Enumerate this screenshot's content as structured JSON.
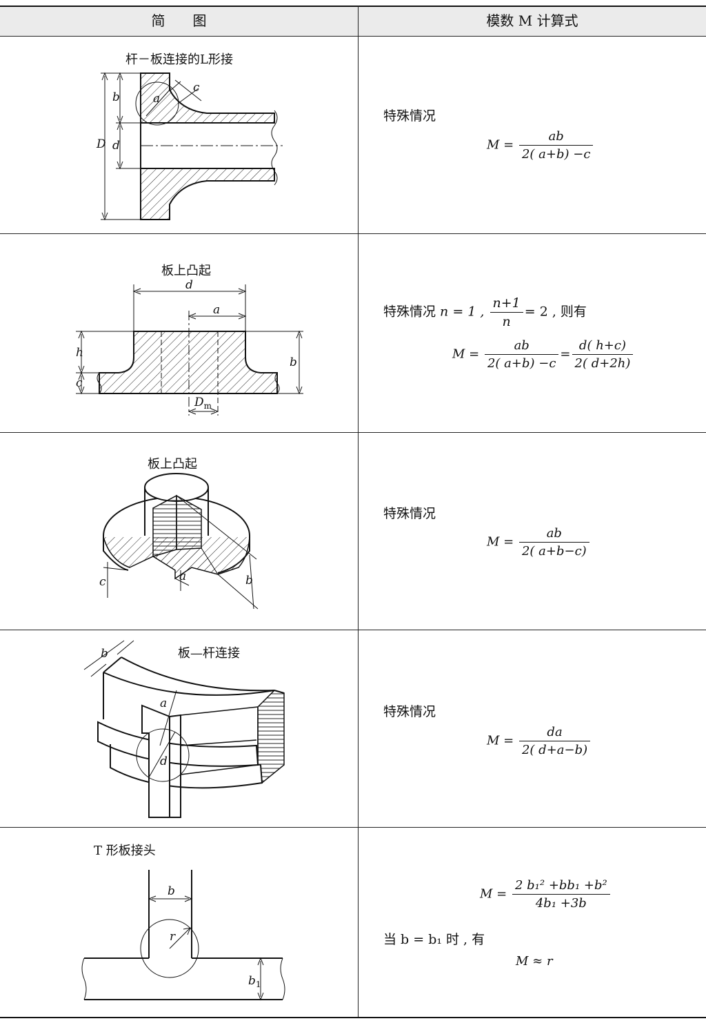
{
  "header": {
    "col1": "简　　图",
    "col2": "模数 M 计算式"
  },
  "rows": [
    {
      "title": "杆－板连接的L形接",
      "case": "特殊情况",
      "formula": {
        "lhs": "M =",
        "num": "ab",
        "den": "2( a+b) −c"
      },
      "labels": {
        "D": "D",
        "b": "b",
        "d": "d",
        "a": "a",
        "c": "c"
      }
    },
    {
      "title": "板上凸起",
      "case": "特殊情况 n = 1 , n+1 / n = 2 , 则有",
      "case_parts": {
        "text1": "特殊情况 ",
        "n_eq": "n = 1 ,",
        "frac_num": "n+1",
        "frac_den": "n",
        "after": "= 2 , 则有"
      },
      "formula": {
        "lhs": "M =",
        "num1": "ab",
        "den1": "2( a+b) −c",
        "eq": "=",
        "num2": "d( h+c)",
        "den2": "2( d+2h)"
      },
      "labels": {
        "d": "d",
        "a": "a",
        "h": "h",
        "b": "b",
        "c": "c",
        "Dm": "D",
        "Dm_sub": "m"
      }
    },
    {
      "title": "板上凸起",
      "case": "特殊情况",
      "formula": {
        "lhs": "M =",
        "num": "ab",
        "den": "2( a+b−c)"
      },
      "labels": {
        "c": "c",
        "a": "a",
        "b": "b"
      }
    },
    {
      "title": "板—杆连接",
      "case": "特殊情况",
      "formula": {
        "lhs": "M =",
        "num": "da",
        "den": "2( d+a−b)"
      },
      "labels": {
        "b": "b",
        "a": "a",
        "d": "d"
      }
    },
    {
      "title": "T 形板接头",
      "formula": {
        "lhs": "M =",
        "num": "2 b₁² +bb₁ +b²",
        "den": "4b₁ +3b"
      },
      "case": "当 b = b₁ 时 , 有",
      "result": "M ≈ r",
      "labels": {
        "b": "b",
        "r": "r",
        "b1": "b",
        "b1_sub": "1"
      }
    }
  ]
}
